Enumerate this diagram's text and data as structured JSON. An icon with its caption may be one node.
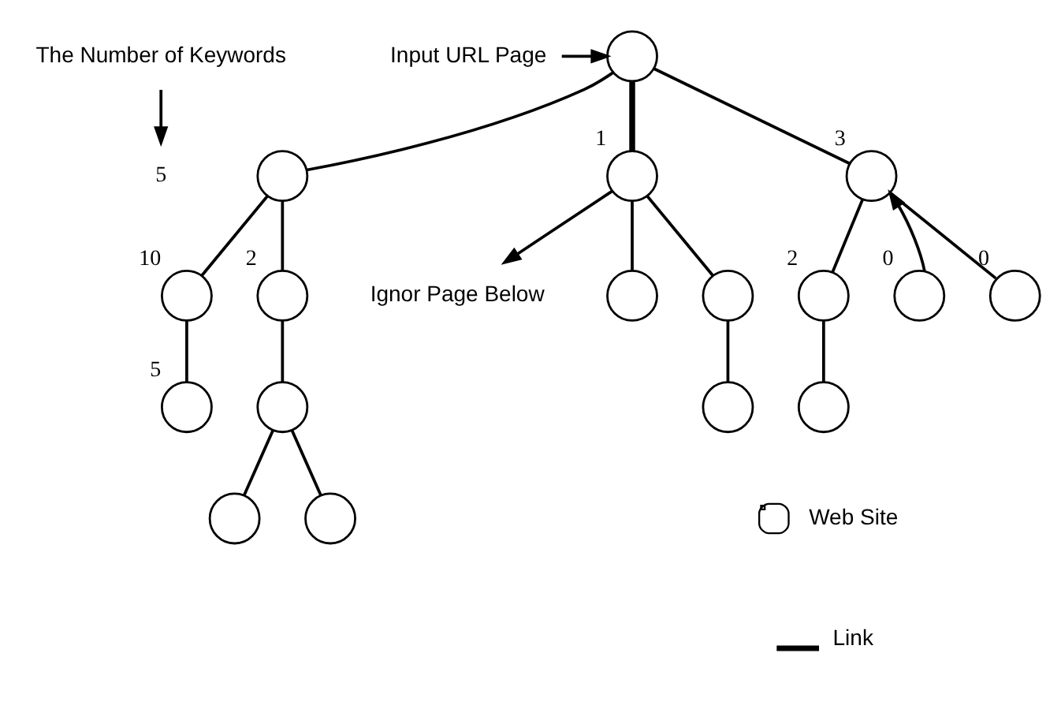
{
  "diagram": {
    "nodes": [
      {
        "text": [
          "The Number of Keywords"
        ]
      },
      {
        "text": [],
        "shape": "circle"
      },
      {
        "text": [
          "Input URL Page"
        ]
      },
      {
        "text": [
          "5"
        ]
      },
      {
        "text": [],
        "shape": "circle"
      },
      {
        "text": [],
        "shape": "circle",
        "beside": [
          "1"
        ]
      },
      {
        "text": [],
        "shape": "circle",
        "beside": [
          "3"
        ]
      },
      {
        "text": [
          "Ignor Page Below"
        ]
      },
      {
        "text": [],
        "shape": "circle",
        "beside": [
          "10"
        ]
      },
      {
        "text": [],
        "shape": "circle",
        "beside": [
          "2"
        ]
      },
      {
        "text": [],
        "shape": "circle"
      },
      {
        "text": [],
        "shape": "circle"
      },
      {
        "text": [],
        "shape": "circle",
        "beside": [
          "2"
        ]
      },
      {
        "text": [],
        "shape": "circle",
        "beside": [
          "0"
        ]
      },
      {
        "text": [],
        "shape": "circle",
        "beside": [
          "0"
        ]
      },
      {
        "text": [],
        "shape": "circle",
        "beside": [
          "5"
        ]
      },
      {
        "text": [],
        "shape": "circle"
      },
      {
        "text": [],
        "shape": "circle"
      },
      {
        "text": [],
        "shape": "circle"
      },
      {
        "text": [],
        "shape": "circle"
      },
      {
        "text": [],
        "shape": "circle"
      }
    ],
    "edges": [
      {
        "from": 0,
        "to": 3,
        "arrow": "to"
      },
      {
        "from": 2,
        "to": 1,
        "arrow": "to"
      },
      {
        "from": 1,
        "to": 4,
        "arrow": "none"
      },
      {
        "from": 1,
        "to": 5,
        "arrow": "none",
        "style": "thick"
      },
      {
        "from": 1,
        "to": 6,
        "arrow": "none"
      },
      {
        "from": 5,
        "to": 7,
        "arrow": "to"
      },
      {
        "from": 4,
        "to": 8,
        "arrow": "none"
      },
      {
        "from": 4,
        "to": 9,
        "arrow": "none"
      },
      {
        "from": 8,
        "to": 15,
        "arrow": "none"
      },
      {
        "from": 9,
        "to": 16,
        "arrow": "none"
      },
      {
        "from": 16,
        "to": 19,
        "arrow": "none"
      },
      {
        "from": 16,
        "to": 20,
        "arrow": "none"
      },
      {
        "from": 5,
        "to": 10,
        "arrow": "none"
      },
      {
        "from": 5,
        "to": 11,
        "arrow": "none"
      },
      {
        "from": 11,
        "to": 17,
        "arrow": "none"
      },
      {
        "from": 6,
        "to": 12,
        "arrow": "none"
      },
      {
        "from": 13,
        "to": 6,
        "arrow": "to"
      },
      {
        "from": 6,
        "to": 14,
        "arrow": "none"
      },
      {
        "from": 12,
        "to": 18,
        "arrow": "none"
      }
    ],
    "legend": [
      {
        "text": "Web Site"
      },
      {
        "text": "Link"
      }
    ]
  }
}
